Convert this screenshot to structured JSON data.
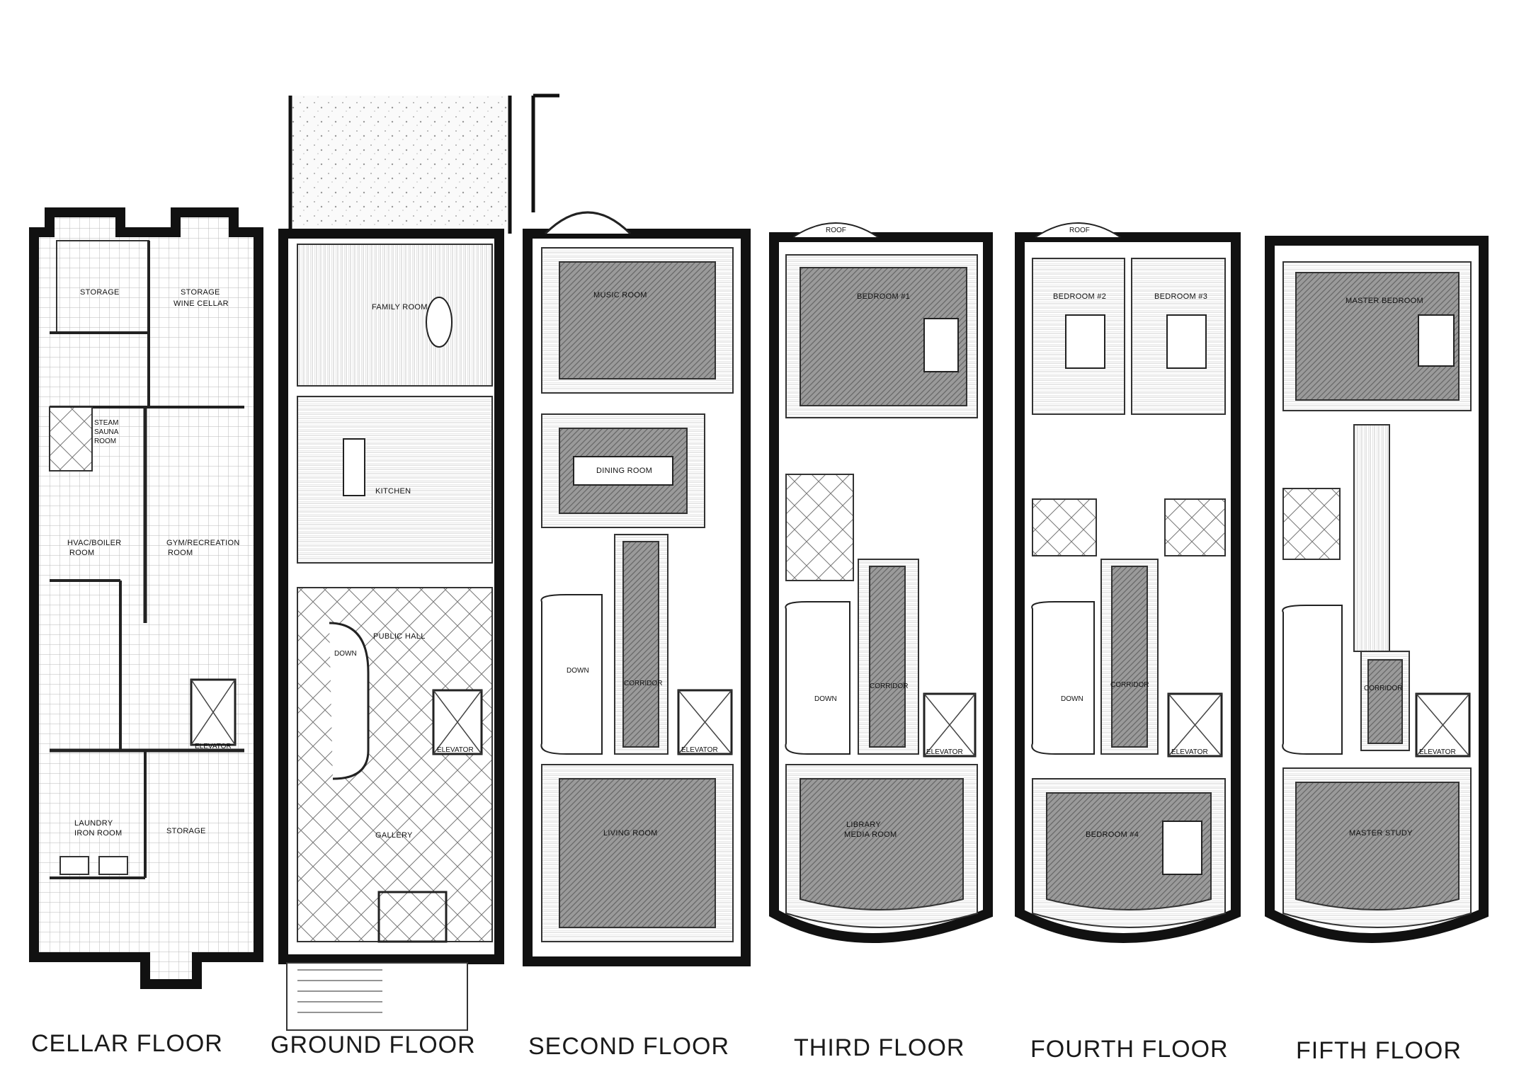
{
  "floors": [
    {
      "key": "cellar",
      "label": "CELLAR FLOOR",
      "rooms": {
        "storage_a": "STORAGE",
        "storage_b": "STORAGE",
        "wine": "WINE CELLAR",
        "steam": "STEAM",
        "sauna": "SAUNA",
        "steam_room": "ROOM",
        "hvac": "HVAC/BOILER",
        "hvac_room": "ROOM",
        "gym": "GYM/RECREATION",
        "gym_room": "ROOM",
        "elevator": "ELEVATOR",
        "laundry": "LAUNDRY",
        "iron": "IRON ROOM",
        "storage_c": "STORAGE"
      }
    },
    {
      "key": "ground",
      "label": "GROUND FLOOR",
      "rooms": {
        "family": "FAMILY ROOM",
        "kitchen": "KITCHEN",
        "public_hall": "PUBLIC HALL",
        "down": "DOWN",
        "elevator": "ELEVATOR",
        "gallery": "GALLERY"
      }
    },
    {
      "key": "second",
      "label": "SECOND FLOOR",
      "rooms": {
        "music": "MUSIC ROOM",
        "dining": "DINING ROOM",
        "corridor": "CORRIDOR",
        "down": "DOWN",
        "elevator": "ELEVATOR",
        "living": "LIVING ROOM"
      }
    },
    {
      "key": "third",
      "label": "THIRD FLOOR",
      "rooms": {
        "roof": "ROOF",
        "bedroom": "BEDROOM #1",
        "corridor": "CORRIDOR",
        "down": "DOWN",
        "elevator": "ELEVATOR",
        "library": "LIBRARY",
        "media": "MEDIA ROOM"
      }
    },
    {
      "key": "fourth",
      "label": "FOURTH FLOOR",
      "rooms": {
        "roof": "ROOF",
        "bedroom2": "BEDROOM #2",
        "bedroom3": "BEDROOM #3",
        "corridor": "CORRIDOR",
        "down": "DOWN",
        "elevator": "ELEVATOR",
        "bedroom4": "BEDROOM #4"
      }
    },
    {
      "key": "fifth",
      "label": "FIFTH FLOOR",
      "rooms": {
        "master": "MASTER BEDROOM",
        "corridor": "CORRIDOR",
        "elevator": "ELEVATOR",
        "study": "MASTER STUDY"
      }
    }
  ]
}
